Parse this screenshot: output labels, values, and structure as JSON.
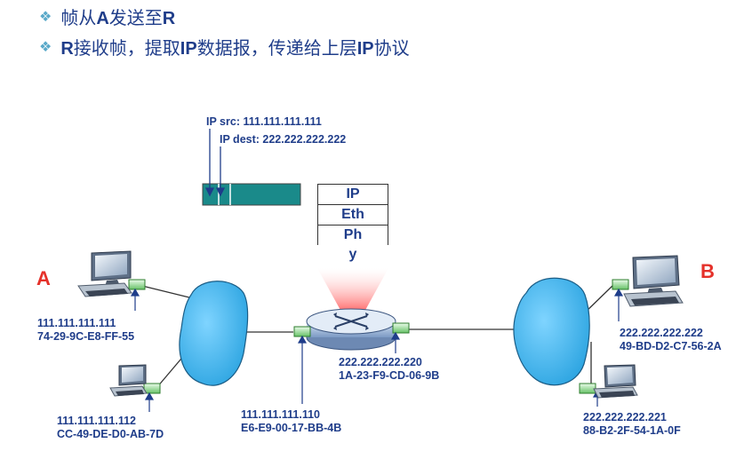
{
  "bullets": [
    {
      "pre": "帧从",
      "bold1": "A",
      "mid": "发送至",
      "bold2": "R",
      "post": ""
    },
    {
      "pre": "",
      "bold1": "R",
      "mid": "接收帧，提取",
      "bold2": "IP",
      "post": "数据报，传递给上层",
      "bold3": "IP",
      "post2": "协议"
    }
  ],
  "datagram": {
    "src": "IP src: 111.111.111.111",
    "dest": "IP dest: 222.222.222.222"
  },
  "router_stack": {
    "layers": [
      "IP",
      "Eth",
      "Ph"
    ],
    "below": "y"
  },
  "host_a": {
    "label": "A",
    "ip": "111.111.111.111",
    "mac": "74-29-9C-E8-FF-55"
  },
  "host_a2": {
    "ip": "111.111.111.112",
    "mac": "CC-49-DE-D0-AB-7D"
  },
  "router_left": {
    "ip": "111.111.111.110",
    "mac": "E6-E9-00-17-BB-4B"
  },
  "router_right": {
    "ip": "222.222.222.220",
    "mac": "1A-23-F9-CD-06-9B"
  },
  "host_b": {
    "label": "B",
    "ip": "222.222.222.222",
    "mac": "49-BD-D2-C7-56-2A"
  },
  "host_b2": {
    "ip": "222.222.222.221",
    "mac": "88-B2-2F-54-1A-0F"
  },
  "colors": {
    "label": "#1f3d8a",
    "host": "#e5312a",
    "cloud": "#3fb0e8",
    "frame": "#1a8a8a",
    "nic": "#3aa83a"
  }
}
